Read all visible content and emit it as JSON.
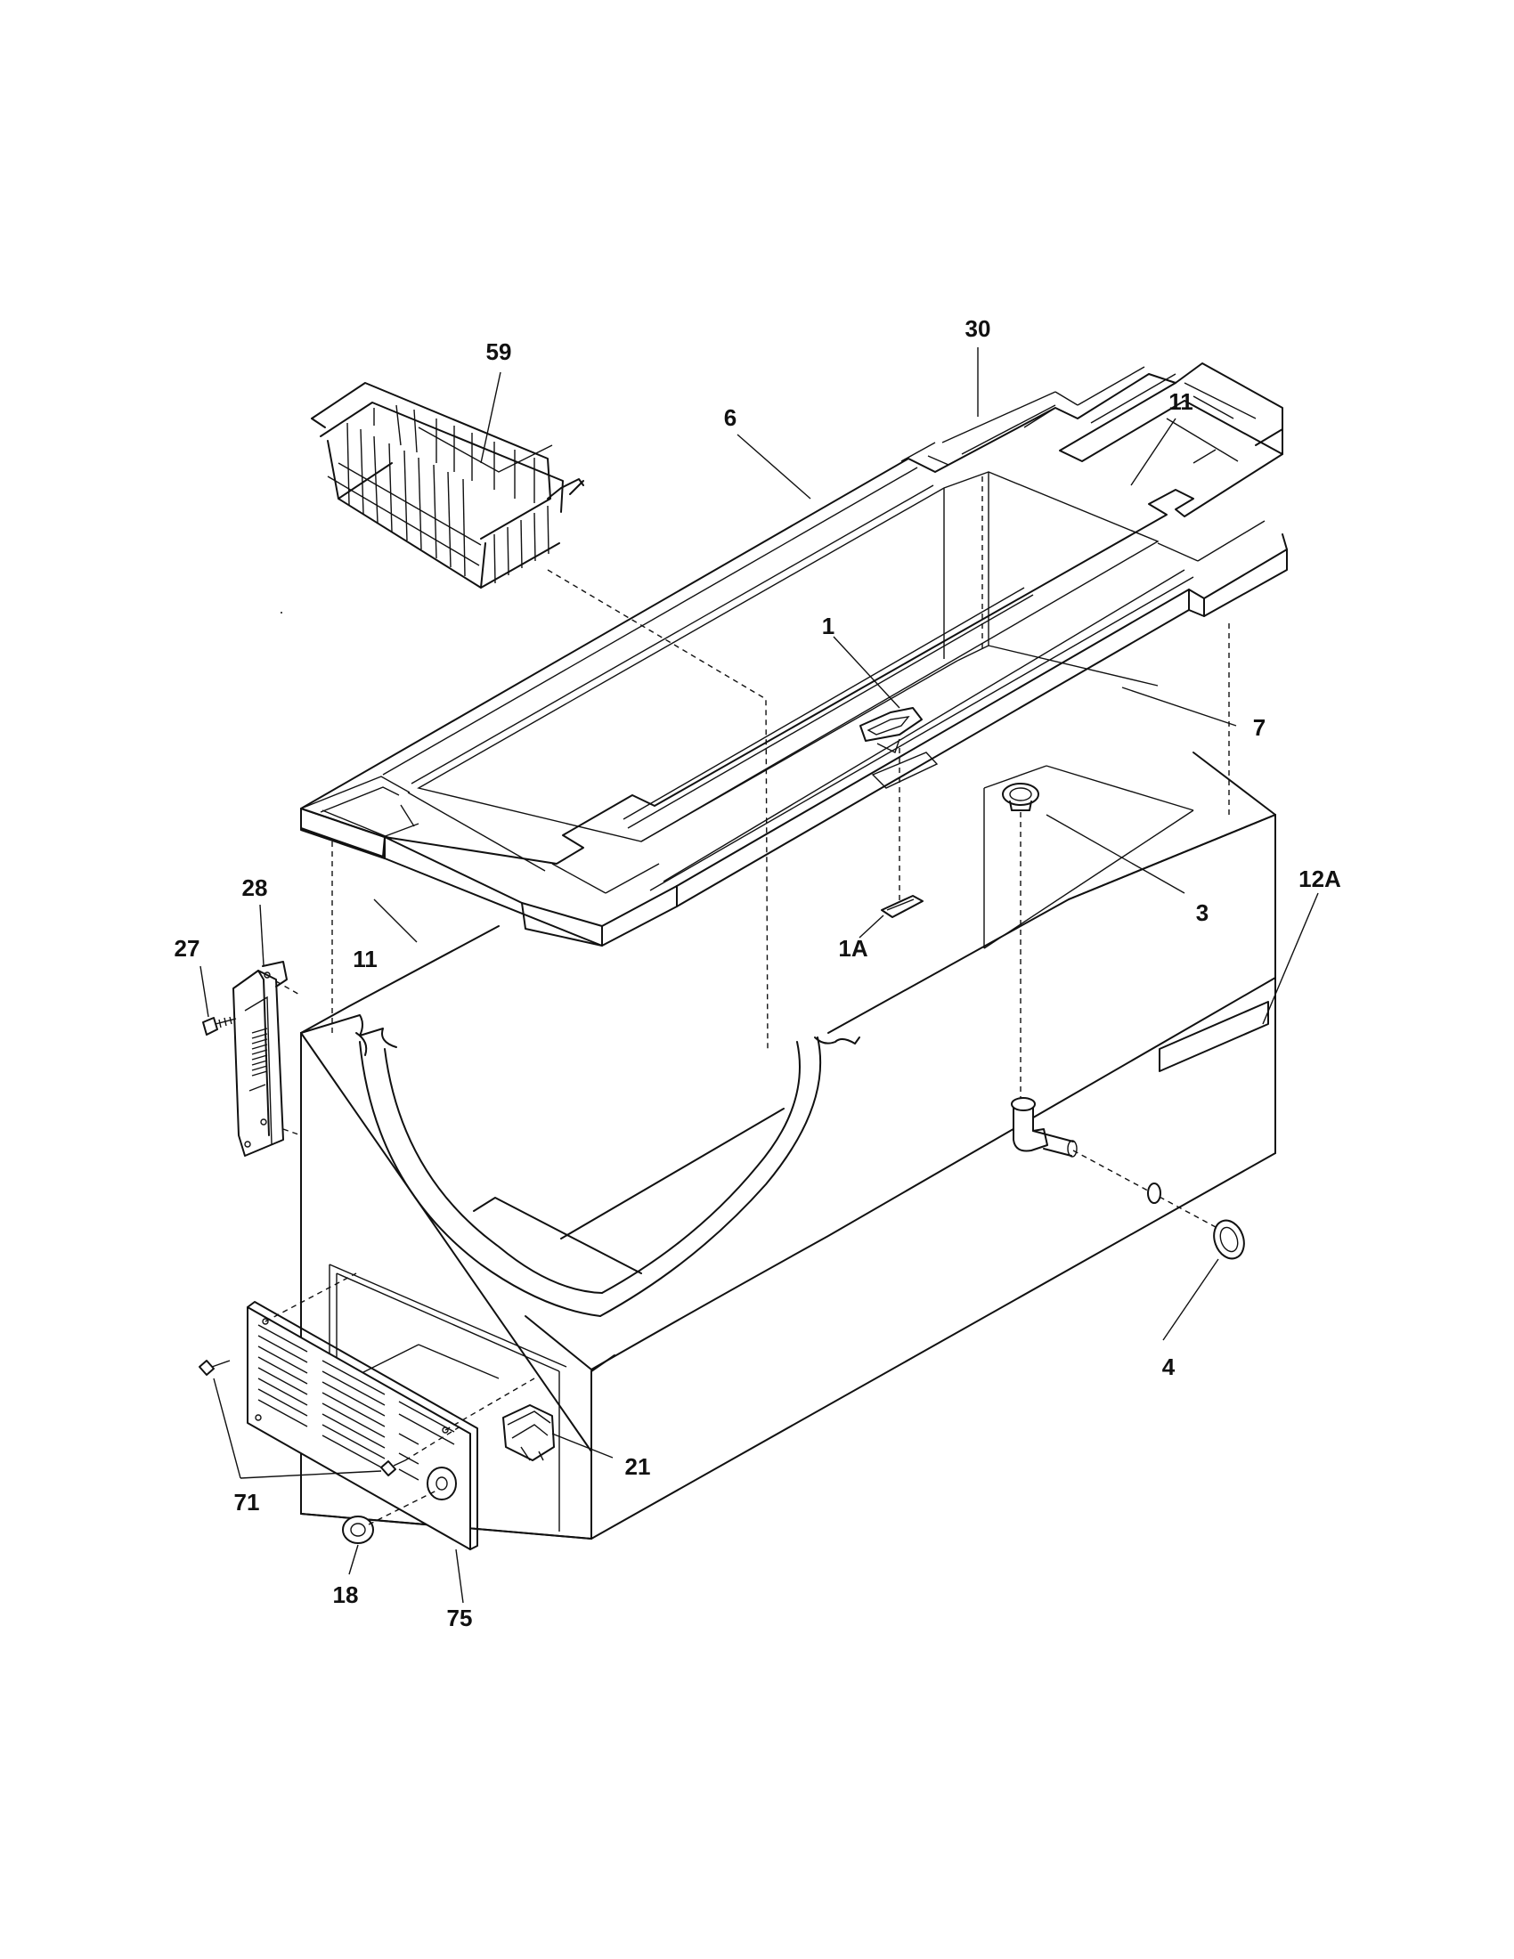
{
  "diagram": {
    "callouts": [
      {
        "id": "c59",
        "label": "59",
        "part": "basket"
      },
      {
        "id": "c30",
        "label": "30",
        "part": "corner-piece"
      },
      {
        "id": "c11a",
        "label": "11",
        "part": "gasket-trim-rear-right"
      },
      {
        "id": "c6",
        "label": "6",
        "part": "breaker-trim-rear"
      },
      {
        "id": "c1",
        "label": "1",
        "part": "lid-catch"
      },
      {
        "id": "c7",
        "label": "7",
        "part": "breaker-trim-front"
      },
      {
        "id": "c28",
        "label": "28",
        "part": "hinge"
      },
      {
        "id": "c27",
        "label": "27",
        "part": "hinge-screw"
      },
      {
        "id": "c11b",
        "label": "11",
        "part": "gasket-trim-front-left"
      },
      {
        "id": "c1A",
        "label": "1A",
        "part": "catch-clip"
      },
      {
        "id": "c3",
        "label": "3",
        "part": "drain-fitting"
      },
      {
        "id": "c12A",
        "label": "12A",
        "part": "label-plate"
      },
      {
        "id": "c4",
        "label": "4",
        "part": "drain-plug"
      },
      {
        "id": "c21",
        "label": "21",
        "part": "control-switch"
      },
      {
        "id": "c71",
        "label": "71",
        "part": "grille-screws"
      },
      {
        "id": "c18",
        "label": "18",
        "part": "control-knob"
      },
      {
        "id": "c75",
        "label": "75",
        "part": "kickplate-grille"
      }
    ]
  }
}
